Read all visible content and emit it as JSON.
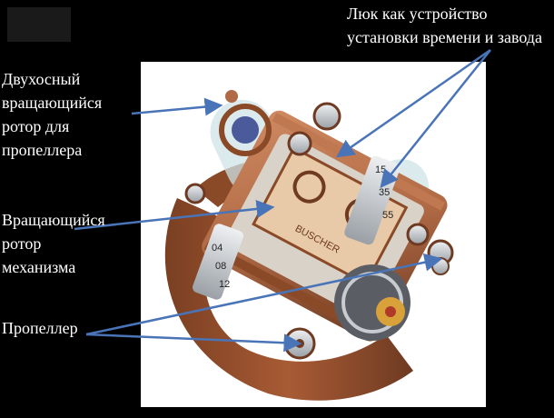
{
  "labels": {
    "hatch": [
      "Люк как устройство",
      "установки времени и завода"
    ],
    "biaxial_rotor": [
      "Двухосный",
      "вращающийся",
      "ротор для",
      "пропеллера"
    ],
    "mechanism_rotor": [
      "Вращающийся",
      "ротор",
      "механизма"
    ],
    "propeller": [
      "Пропеллер"
    ]
  },
  "dials": {
    "right": [
      "15",
      "35",
      "55"
    ],
    "left": [
      "04",
      "08",
      "12"
    ]
  },
  "brand_text": "BUSCHER",
  "colors": {
    "background": "#000000",
    "photo_background": "#ffffff",
    "arrow": "#4a74b8",
    "copper": "#b06a45",
    "copper_dark": "#6e3a22",
    "steel": "#c8ccd0",
    "glass": "#cfe3e6"
  }
}
